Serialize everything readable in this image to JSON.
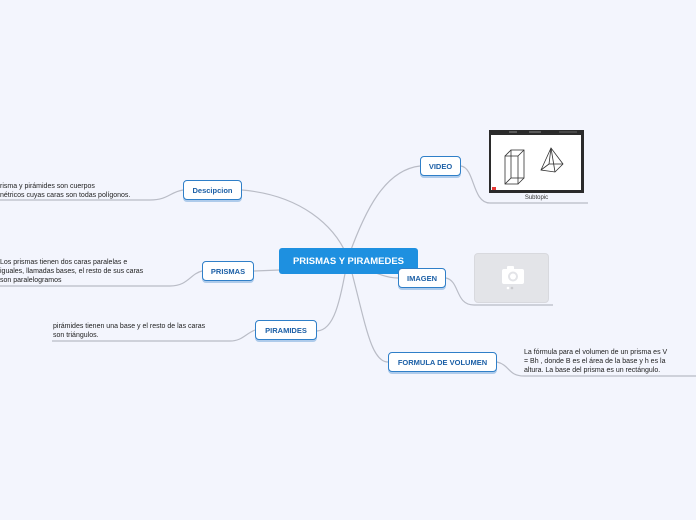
{
  "central": {
    "label": "PRISMAS Y PIRAMEDES"
  },
  "branches": {
    "descripcion": {
      "label": "Descipcion",
      "note": [
        "risma y pirámides son cuerpos",
        "nétricos cuyas caras son todas polígonos."
      ]
    },
    "prismas": {
      "label": "PRISMAS",
      "note": [
        "Los prismas tienen dos caras paralelas e",
        "iguales, llamadas bases, el resto de sus caras",
        "son paralelogramos"
      ]
    },
    "piramides": {
      "label": "PIRAMIDES",
      "note": [
        "pirámides tienen una base y el resto de las caras",
        "son triángulos."
      ]
    },
    "video": {
      "label": "VIDEO",
      "caption": "Subtopic"
    },
    "imagen": {
      "label": "IMAGEN"
    },
    "formula": {
      "label": "FORMULA DE VOLUMEN",
      "note": [
        "La fórmula para el volumen de un prisma es V",
        "= Bh , donde B es el área de la base y h es la",
        "altura. La base del prisma es un rectángulo."
      ]
    }
  },
  "colors": {
    "background": "#f3f5fd",
    "central": "#1e90e0",
    "node_border": "#2f7fc8",
    "connector": "#b9bcc6"
  },
  "icons": {
    "video_thumbnail": "prism-and-pyramid-video-thumbnail",
    "image_placeholder": "camera-icon"
  }
}
